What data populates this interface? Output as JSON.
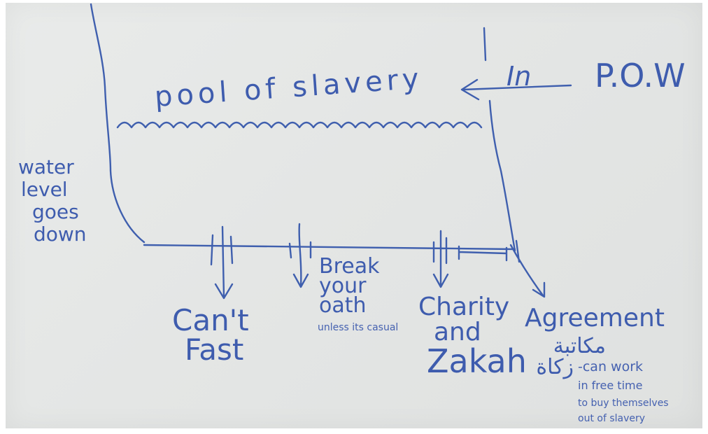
{
  "diagram": {
    "pool_label": "pool of slavery",
    "inflow_label": "In",
    "source_label": "P.O.W",
    "water_label_lines": [
      "water",
      "level",
      "goes",
      "down"
    ],
    "outlets": [
      {
        "label_lines": [
          "Can't",
          "Fast"
        ]
      },
      {
        "label_lines": [
          "Break",
          "your",
          "oath"
        ],
        "note": "unless its casual"
      },
      {
        "label_lines": [
          "Charity",
          "and",
          "Zakah"
        ],
        "arabic": "زكاة"
      },
      {
        "label_lines": [
          "Agreement"
        ],
        "arabic": "مكاتبة",
        "note_lines": [
          "-can work",
          "in free time",
          "to buy themselves",
          "out of slavery"
        ]
      }
    ]
  },
  "colors": {
    "ink": "#3f5fae",
    "board": "#e6e8e7"
  }
}
